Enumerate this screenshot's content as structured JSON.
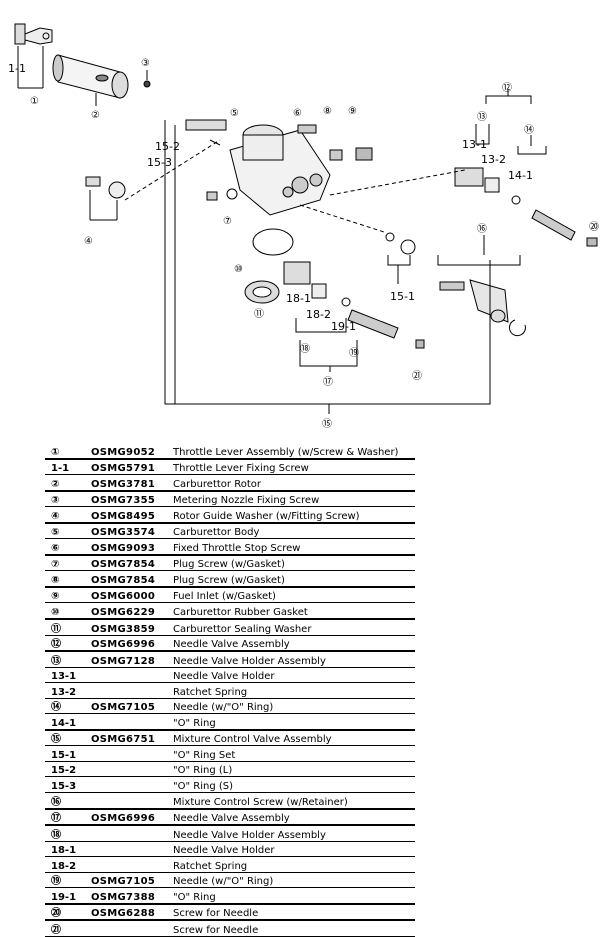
{
  "callouts": {
    "c1": "①",
    "c1_1": "1-1",
    "c2": "②",
    "c3": "③",
    "c4": "④",
    "c5": "⑤",
    "c6": "⑥",
    "c7": "⑦",
    "c8": "⑧",
    "c9": "⑨",
    "c10": "⑩",
    "c11": "⑪",
    "c12": "⑫",
    "c13": "⑬",
    "c13_1": "13-1",
    "c13_2": "13-2",
    "c14": "⑭",
    "c14_1": "14-1",
    "c15": "⑮",
    "c15_1": "15-1",
    "c15_2": "15-2",
    "c15_3": "15-3",
    "c16": "⑯",
    "c17": "⑰",
    "c18": "⑱",
    "c18_1": "18-1",
    "c18_2": "18-2",
    "c19": "⑲",
    "c19_1": "19-1",
    "c20": "⑳",
    "c21": "㉑"
  },
  "parts": [
    {
      "ref": "①",
      "code": "OSMG9052",
      "desc": "Throttle Lever Assembly (w/Screw & Washer)"
    },
    {
      "ref": "1-1",
      "code": "OSMG5791",
      "desc": "Throttle Lever Fixing Screw"
    },
    {
      "ref": "②",
      "code": "OSMG3781",
      "desc": "Carburettor Rotor"
    },
    {
      "ref": "③",
      "code": "OSMG7355",
      "desc": "Metering Nozzle Fixing Screw"
    },
    {
      "ref": "④",
      "code": "OSMG8495",
      "desc": "Rotor Guide Washer (w/Fitting Screw)"
    },
    {
      "ref": "⑤",
      "code": "OSMG3574",
      "desc": "Carburettor Body"
    },
    {
      "ref": "⑥",
      "code": "OSMG9093",
      "desc": "Fixed Throttle Stop Screw"
    },
    {
      "ref": "⑦",
      "code": "OSMG7854",
      "desc": "Plug Screw (w/Gasket)"
    },
    {
      "ref": "⑧",
      "code": "OSMG7854",
      "desc": "Plug Screw (w/Gasket)"
    },
    {
      "ref": "⑨",
      "code": "OSMG6000",
      "desc": "Fuel Inlet (w/Gasket)"
    },
    {
      "ref": "⑩",
      "code": "OSMG6229",
      "desc": "Carburettor Rubber Gasket"
    },
    {
      "ref": "⑪",
      "code": "OSMG3859",
      "desc": "Carburettor Sealing Washer"
    },
    {
      "ref": "⑫",
      "code": "OSMG6996",
      "desc": "Needle Valve Assembly"
    },
    {
      "ref": "⑬",
      "code": "OSMG7128",
      "desc": "Needle Valve Holder Assembly"
    },
    {
      "ref": "13-1",
      "code": "",
      "desc": "Needle Valve Holder"
    },
    {
      "ref": "13-2",
      "code": "",
      "desc": "Ratchet Spring"
    },
    {
      "ref": "⑭",
      "code": "OSMG7105",
      "desc": "Needle (w/\"O\" Ring)"
    },
    {
      "ref": "14-1",
      "code": "",
      "desc": "\"O\" Ring"
    },
    {
      "ref": "⑮",
      "code": "OSMG6751",
      "desc": "Mixture Control Valve Assembly"
    },
    {
      "ref": "15-1",
      "code": "",
      "desc": "\"O\" Ring Set"
    },
    {
      "ref": "15-2",
      "code": "",
      "desc": "\"O\" Ring (L)"
    },
    {
      "ref": "15-3",
      "code": "",
      "desc": "\"O\" Ring (S)"
    },
    {
      "ref": "⑯",
      "code": "",
      "desc": "Mixture Control Screw (w/Retainer)"
    },
    {
      "ref": "⑰",
      "code": "OSMG6996",
      "desc": "Needle Valve Assembly"
    },
    {
      "ref": "⑱",
      "code": "",
      "desc": "Needle Valve Holder Assembly"
    },
    {
      "ref": "18-1",
      "code": "",
      "desc": "Needle Valve Holder"
    },
    {
      "ref": "18-2",
      "code": "",
      "desc": "Ratchet Spring"
    },
    {
      "ref": "⑲",
      "code": "OSMG7105",
      "desc": "Needle (w/\"O\" Ring)"
    },
    {
      "ref": "19-1",
      "code": "OSMG7388",
      "desc": "\"O\" Ring"
    },
    {
      "ref": "⑳",
      "code": "OSMG6288",
      "desc": "Screw for Needle"
    },
    {
      "ref": "㉑",
      "code": "",
      "desc": "Screw for Needle"
    }
  ]
}
